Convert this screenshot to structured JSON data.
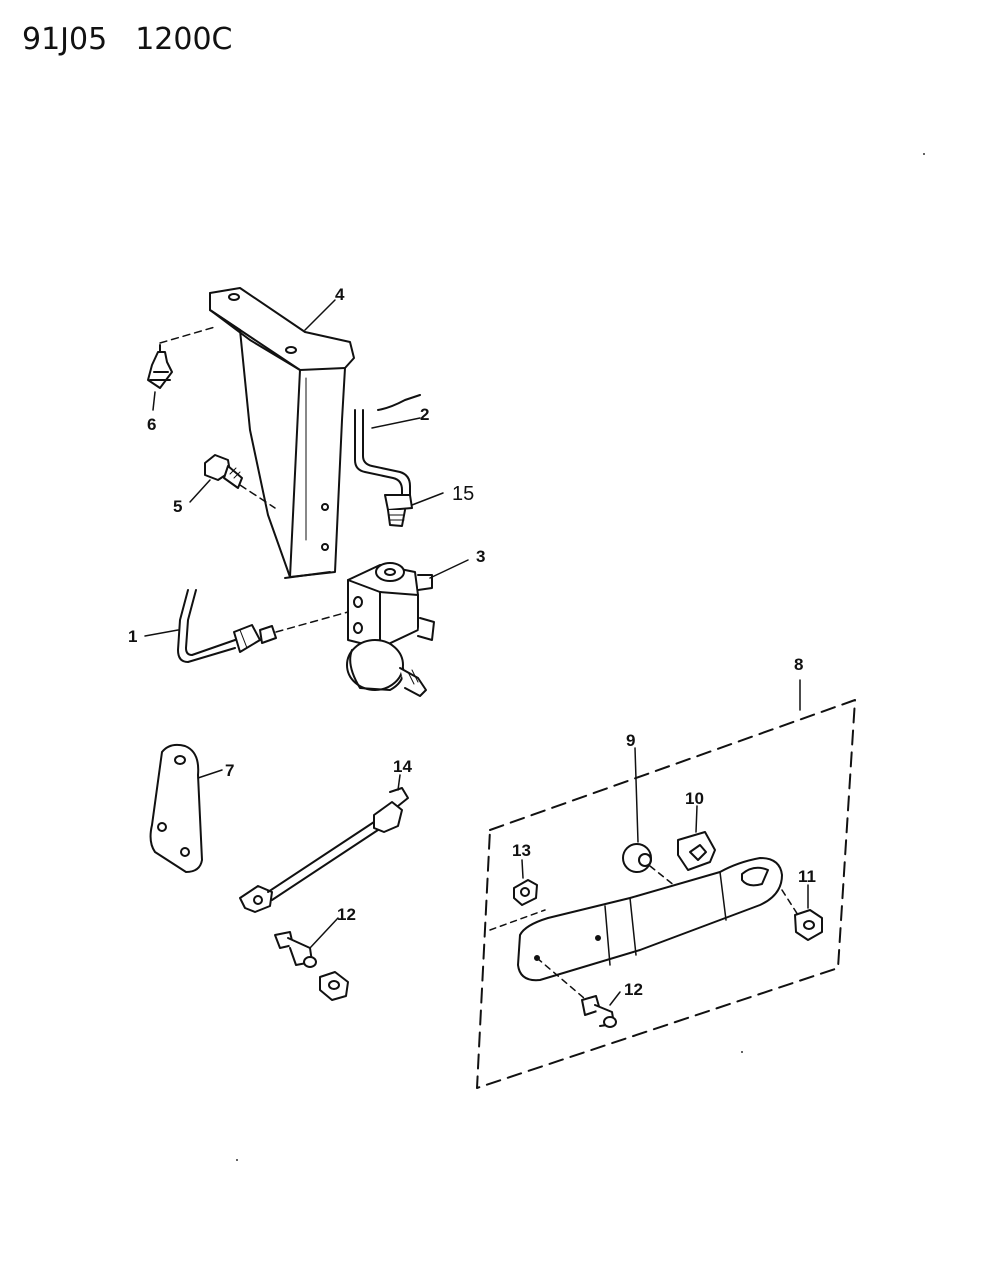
{
  "header": {
    "code_left": "91J05",
    "code_right": "1200C"
  },
  "callouts": {
    "c1": "1",
    "c2": "2",
    "c3": "3",
    "c4": "4",
    "c5": "5",
    "c6": "6",
    "c7": "7",
    "c8": "8",
    "c9": "9",
    "c10": "10",
    "c11": "11",
    "c12a": "12",
    "c12b": "12",
    "c13": "13",
    "c14": "14",
    "c15": "15"
  },
  "colors": {
    "ink": "#111111",
    "paper": "#ffffff"
  }
}
